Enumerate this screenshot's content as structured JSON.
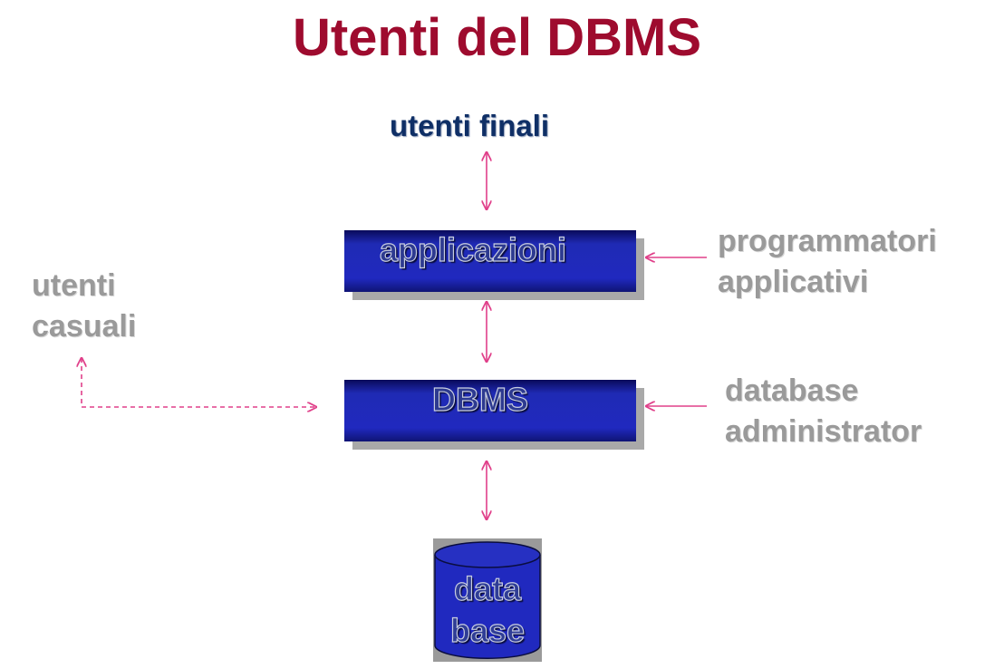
{
  "title": "Utenti del DBMS",
  "nodes": {
    "utenti_finali": "utenti finali",
    "applicazioni": "applicazioni",
    "dbms": "DBMS",
    "database_line1": "data",
    "database_line2": "base",
    "programmatori": "programmatori\napplicativi",
    "dba": "database\nadministrator",
    "utenti_casuali": "utenti\ncasuali"
  },
  "colors": {
    "title": "#9e0b2e",
    "arrows": "#e0408a",
    "box": "#2029bf",
    "gray_text": "#9a9a9a",
    "navy_text": "#0f2f66"
  }
}
